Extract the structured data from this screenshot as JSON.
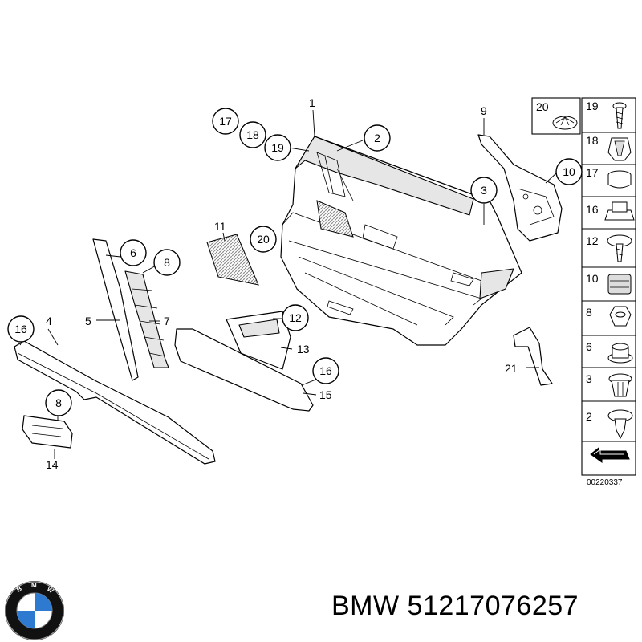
{
  "diagram": {
    "callouts": {
      "c1": "1",
      "c2": "2",
      "c3": "3",
      "c4": "4",
      "c5": "5",
      "c6": "6",
      "c7": "7",
      "c8a": "8",
      "c8b": "8",
      "c9": "9",
      "c10": "10",
      "c11": "11",
      "c12": "12",
      "c13": "13",
      "c14": "14",
      "c15": "15",
      "c16a": "16",
      "c16b": "16",
      "c17": "17",
      "c18": "18",
      "c19": "19",
      "c20": "20",
      "c21": "21"
    },
    "legend": {
      "top_left": "20",
      "rows": [
        "19",
        "18",
        "17",
        "16",
        "12",
        "10",
        "8",
        "6",
        "3",
        "2"
      ]
    },
    "reference_code": "00220337"
  },
  "logo": {
    "letters": "BMW",
    "colors": {
      "blue": "#2f7ad1",
      "white": "#ffffff",
      "ring": "#111111"
    }
  },
  "caption": {
    "brand": "BMW",
    "part_number": "51217076257"
  }
}
